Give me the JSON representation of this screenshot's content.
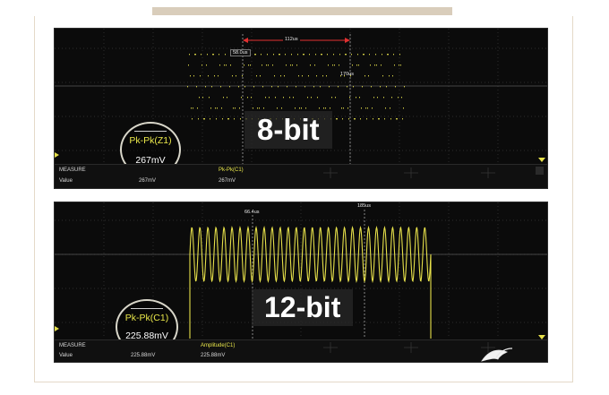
{
  "scope_8bit": {
    "label": "8-bit",
    "span_label": "112us",
    "cursor_a_label": "58.0us",
    "cursor_b_label": "170us",
    "circle_title": "Pk-Pk(Z1)",
    "circle_value": "267mV",
    "measure": {
      "header": "MEASURE",
      "row_label": "Value",
      "value_1": "267mV",
      "param_2": "Pk-Pk(C1)",
      "value_2": "267mV"
    }
  },
  "scope_12bit": {
    "label": "12-bit",
    "cursor_a_label": "66.4us",
    "cursor_b_label": "185us",
    "circle_title": "Pk-Pk(C1)",
    "circle_value": "225.88mV",
    "measure": {
      "header": "MEASURE",
      "row_label": "Value",
      "value_1": "225.88mV",
      "param_2": "Amplitude(C1)",
      "value_2": "225.88mV"
    }
  },
  "colors": {
    "trace": "#e6e04a",
    "span_arrow": "#e03030",
    "background": "#0b0b0b",
    "frame": "#d9cdbb"
  },
  "icons": [
    "trigger-marker-icon",
    "watermark-bird-icon"
  ]
}
